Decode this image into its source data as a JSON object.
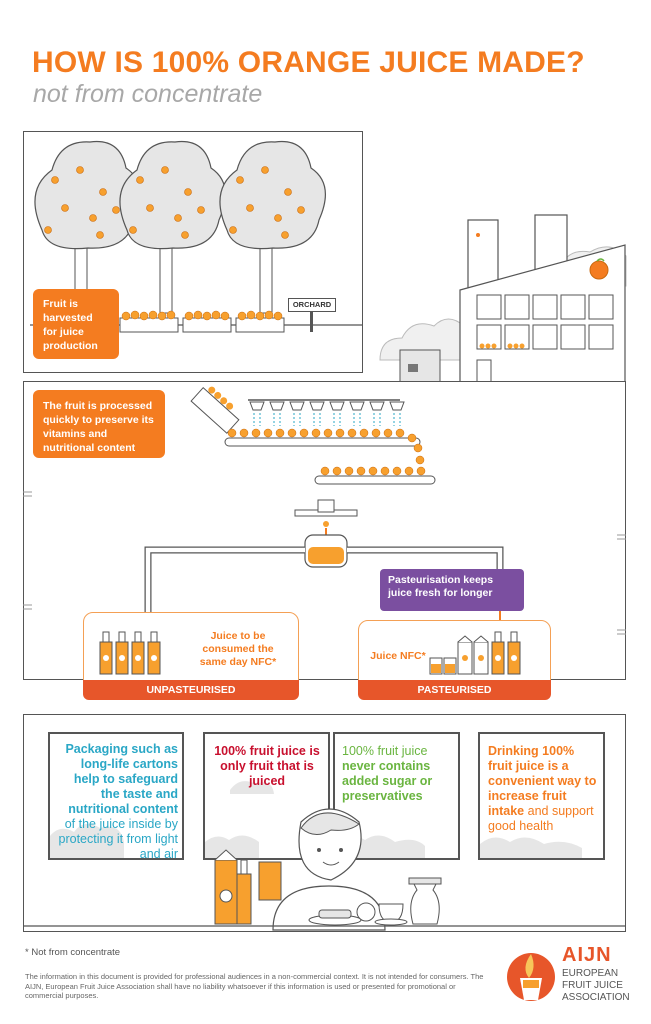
{
  "header": {
    "title": "HOW IS 100% ORANGE JUICE MADE?",
    "subtitle": "not from concentrate"
  },
  "harvest": {
    "orchard_sign": "ORCHARD",
    "caption": "Fruit is harvested for juice production"
  },
  "processing": {
    "caption": "The fruit is processed quickly to preserve its vitamins and nutritional content",
    "pasteurisation_note": "Pasteurisation keeps juice fresh for longer",
    "unpasteurised": {
      "text": "Juice to be consumed the same day NFC*",
      "band": "UNPASTEURISED"
    },
    "pasteurised": {
      "text": "Juice NFC*",
      "band": "PASTEURISED"
    }
  },
  "messages": [
    {
      "bold": "Packaging such as long-life cartons help to safeguard the taste and nutritional content",
      "normal": " of the juice inside by protecting it from light and air",
      "color": "#2aa7c6"
    },
    {
      "bold": "100% fruit juice is only fruit that is juiced",
      "normal": "",
      "color": "#c8102e"
    },
    {
      "normal_first": "100% fruit juice ",
      "bold": "never contains added sugar or preservatives",
      "color": "#6ab540"
    },
    {
      "bold": "Drinking 100% fruit juice is a convenient way to increase fruit intake",
      "normal": " and support good health",
      "color": "#f47c20"
    }
  ],
  "footer": {
    "note": "* Not from concentrate",
    "disclaimer": "The information in this document is provided for professional audiences in a non-commercial context. It is not intended for consumers. The AIJN, European Fruit Juice Association shall have no liability whatsoever if this information is used or presented for promotional or commercial purposes.",
    "logo_abbr": "AIJN",
    "logo_line1": "EUROPEAN",
    "logo_line2": "FRUIT JUICE",
    "logo_line3": "ASSOCIATION"
  },
  "colors": {
    "orange": "#f47c20",
    "red_band": "#e7562a",
    "purple": "#7b4fa0",
    "grey_outline": "#555555",
    "light_grey": "#e6e6e6"
  }
}
